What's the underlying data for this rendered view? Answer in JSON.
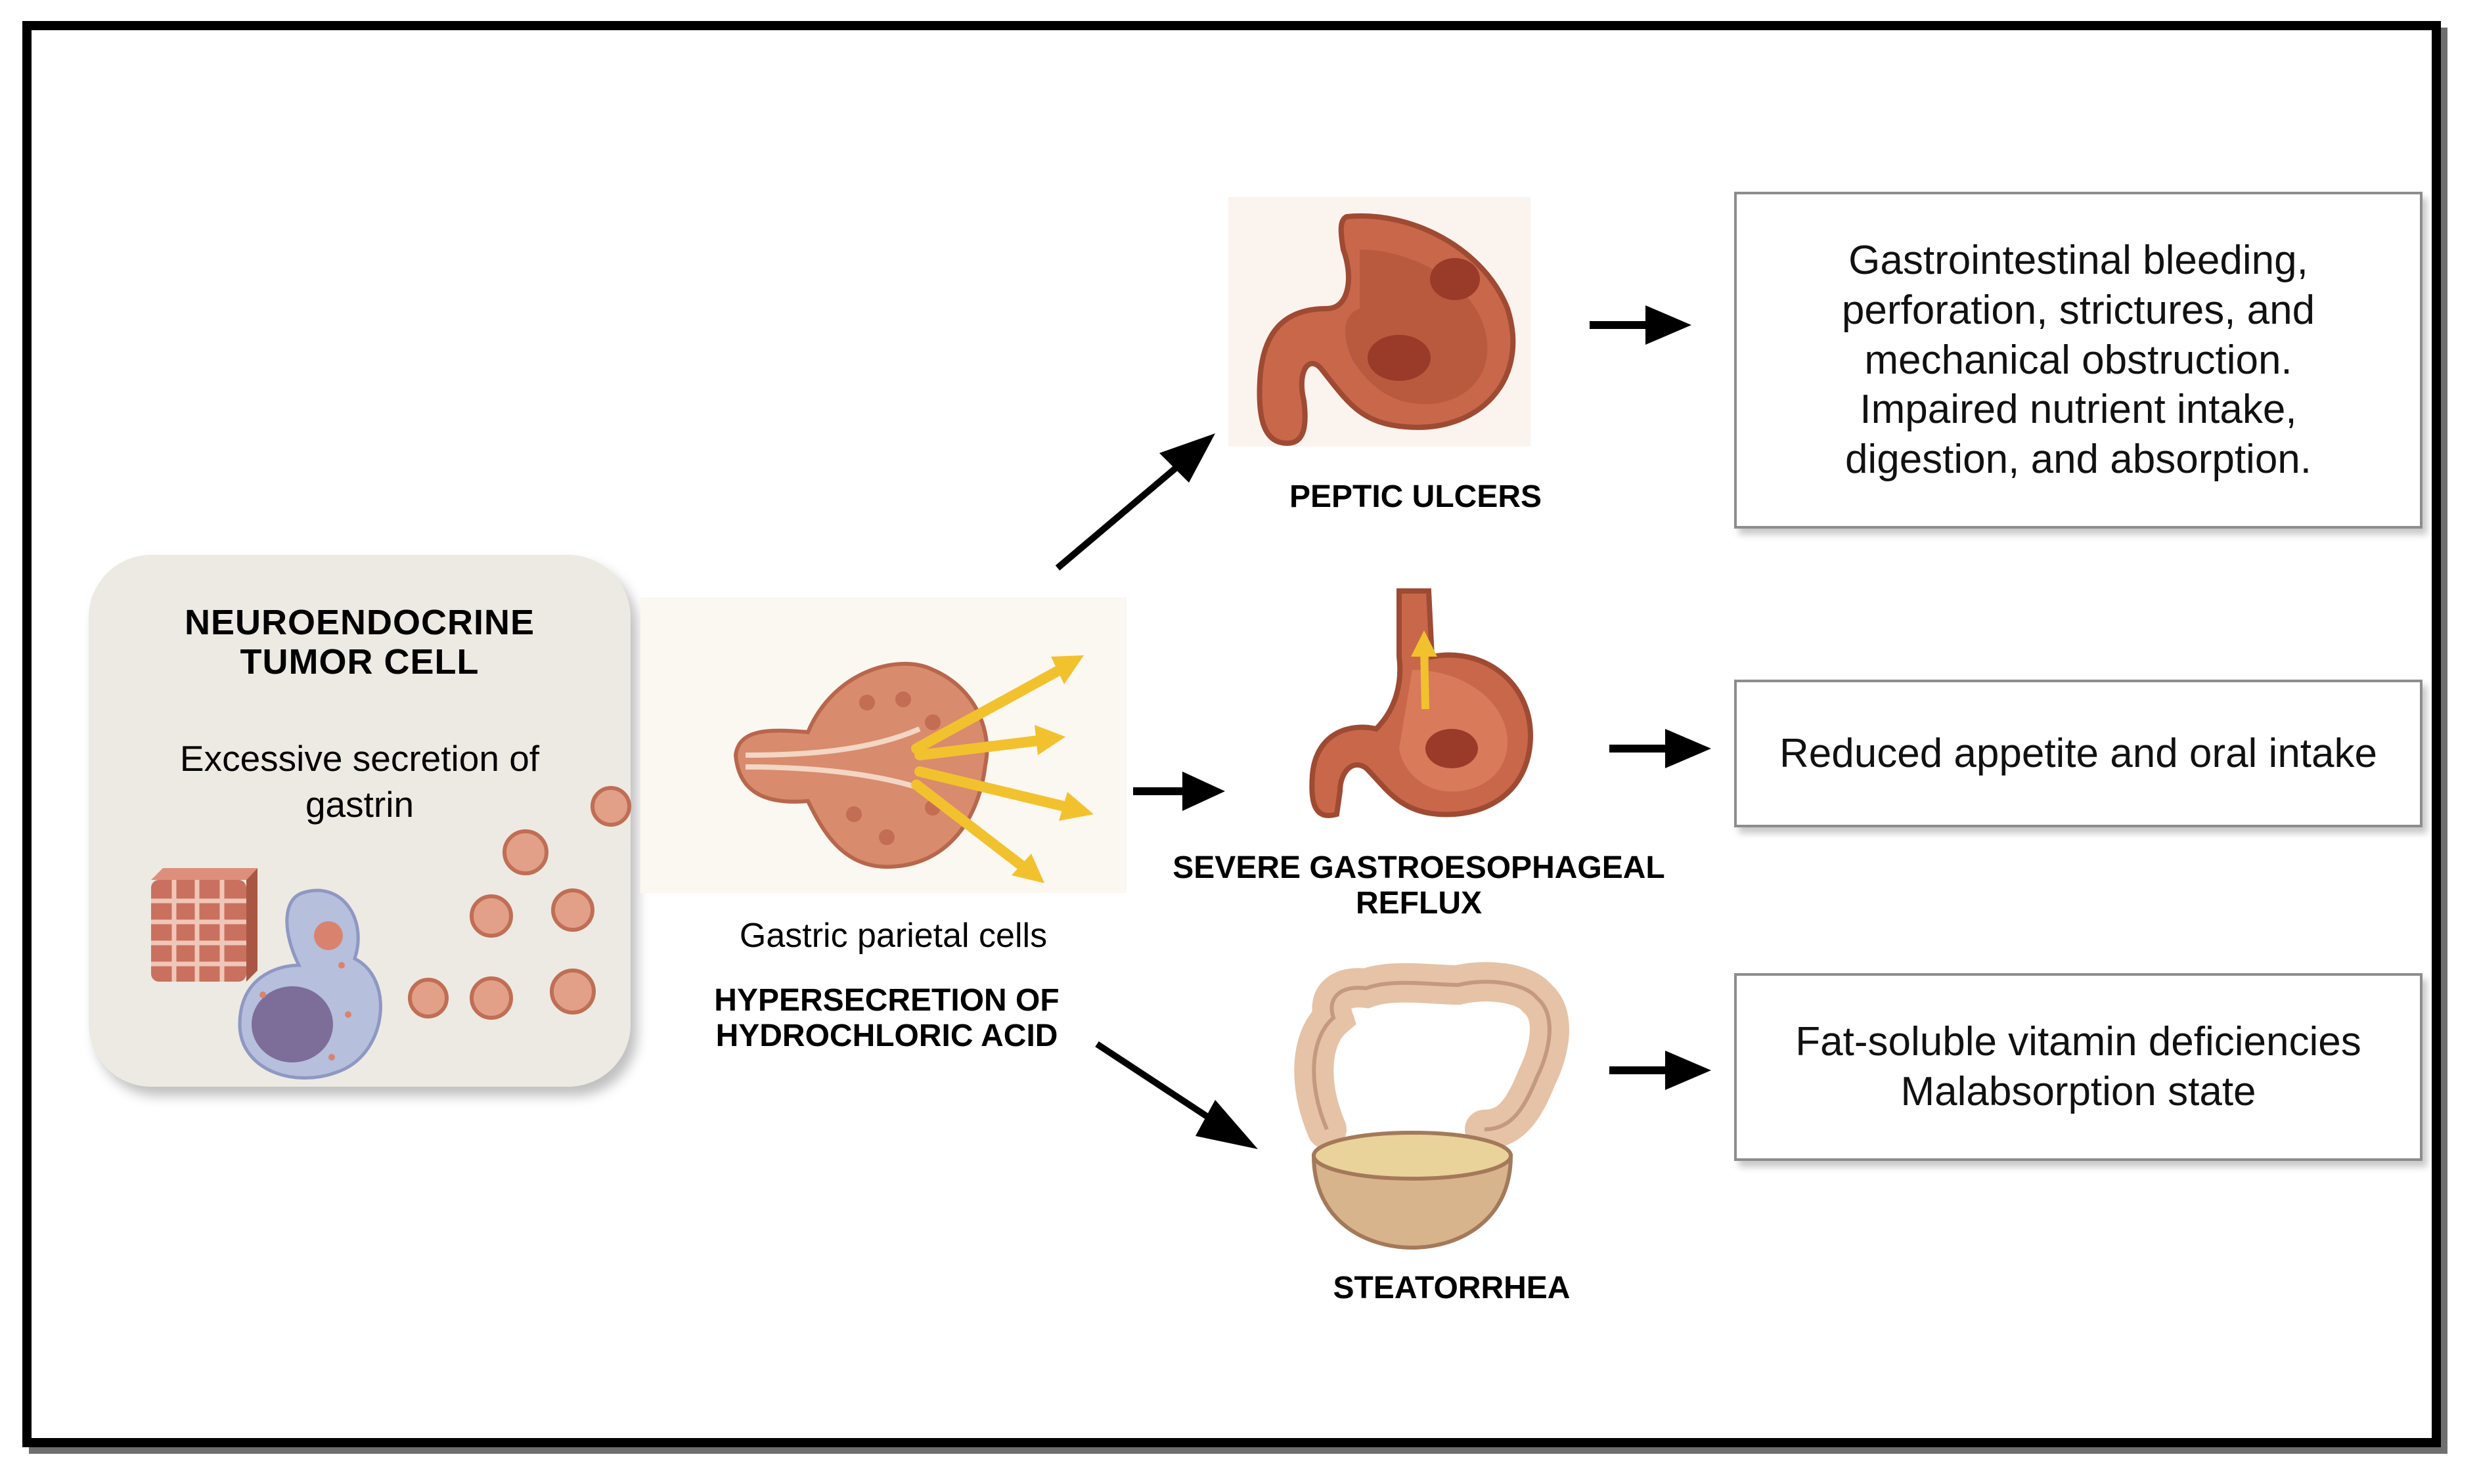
{
  "tumor_cell": {
    "title_line1": "NEUROENDOCRINE",
    "title_line2": "TUMOR CELL",
    "description_line1": "Excessive secretion of",
    "description_line2": "gastrin"
  },
  "parietal": {
    "caption": "Gastric parietal cells",
    "label_line1": "HYPERSECRETION OF",
    "label_line2": "HYDROCHLORIC ACID"
  },
  "conditions": {
    "peptic_ulcers": "PEPTIC ULCERS",
    "reflux_line1": "SEVERE GASTROESOPHAGEAL",
    "reflux_line2": "REFLUX",
    "steatorrhea": "STEATORRHEA"
  },
  "outcomes": {
    "peptic_ulcers": "Gastrointestinal bleeding,\nperforation, strictures, and\nmechanical obstruction.\nImpaired nutrient intake,\ndigestion, and absorption.",
    "reflux": "Reduced appetite and oral intake",
    "steatorrhea": "Fat-soluble vitamin deficiencies\nMalabsorption state"
  },
  "colors": {
    "frame": "#000000",
    "panel": "#edeae3",
    "acid_arrows": "#f2c12e",
    "stomach": "#c9684a",
    "arrows": "#000000"
  }
}
